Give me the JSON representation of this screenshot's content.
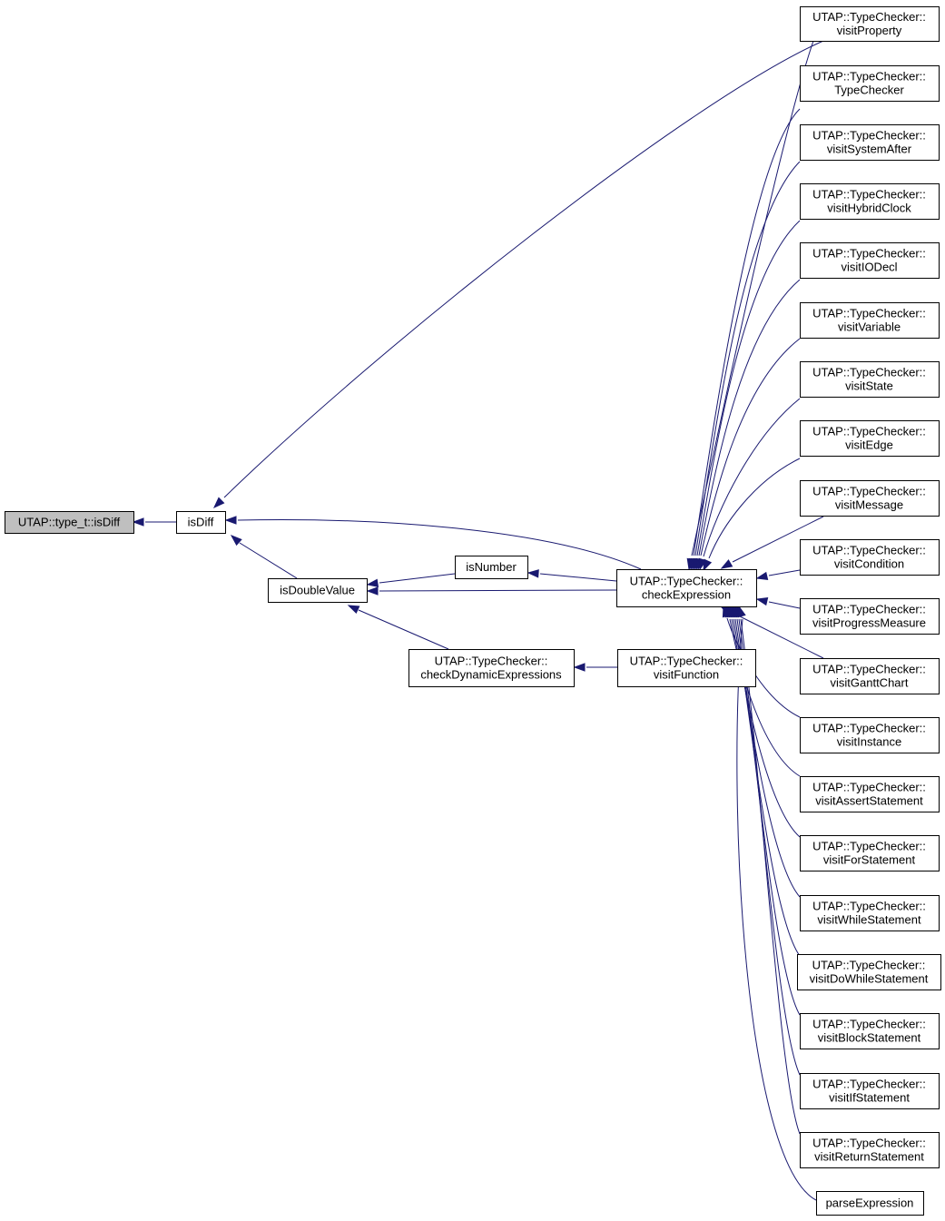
{
  "nodes": [
    {
      "id": "root",
      "lines": [
        "UTAP::type_t::isDiff"
      ]
    },
    {
      "id": "isDiff",
      "lines": [
        "isDiff"
      ]
    },
    {
      "id": "isDoubleValue",
      "lines": [
        "isDoubleValue"
      ]
    },
    {
      "id": "isNumber",
      "lines": [
        "isNumber"
      ]
    },
    {
      "id": "checkDynamicExpressions",
      "lines": [
        "UTAP::TypeChecker::",
        "checkDynamicExpressions"
      ]
    },
    {
      "id": "checkExpression",
      "lines": [
        "UTAP::TypeChecker::",
        "checkExpression"
      ]
    },
    {
      "id": "visitFunction",
      "lines": [
        "UTAP::TypeChecker::",
        "visitFunction"
      ]
    },
    {
      "id": "visitProperty",
      "lines": [
        "UTAP::TypeChecker::",
        "visitProperty"
      ]
    },
    {
      "id": "TypeChecker",
      "lines": [
        "UTAP::TypeChecker::",
        "TypeChecker"
      ]
    },
    {
      "id": "visitSystemAfter",
      "lines": [
        "UTAP::TypeChecker::",
        "visitSystemAfter"
      ]
    },
    {
      "id": "visitHybridClock",
      "lines": [
        "UTAP::TypeChecker::",
        "visitHybridClock"
      ]
    },
    {
      "id": "visitIODecl",
      "lines": [
        "UTAP::TypeChecker::",
        "visitIODecl"
      ]
    },
    {
      "id": "visitVariable",
      "lines": [
        "UTAP::TypeChecker::",
        "visitVariable"
      ]
    },
    {
      "id": "visitState",
      "lines": [
        "UTAP::TypeChecker::",
        "visitState"
      ]
    },
    {
      "id": "visitEdge",
      "lines": [
        "UTAP::TypeChecker::",
        "visitEdge"
      ]
    },
    {
      "id": "visitMessage",
      "lines": [
        "UTAP::TypeChecker::",
        "visitMessage"
      ]
    },
    {
      "id": "visitCondition",
      "lines": [
        "UTAP::TypeChecker::",
        "visitCondition"
      ]
    },
    {
      "id": "visitProgressMeasure",
      "lines": [
        "UTAP::TypeChecker::",
        "visitProgressMeasure"
      ]
    },
    {
      "id": "visitGanttChart",
      "lines": [
        "UTAP::TypeChecker::",
        "visitGanttChart"
      ]
    },
    {
      "id": "visitInstance",
      "lines": [
        "UTAP::TypeChecker::",
        "visitInstance"
      ]
    },
    {
      "id": "visitAssertStatement",
      "lines": [
        "UTAP::TypeChecker::",
        "visitAssertStatement"
      ]
    },
    {
      "id": "visitForStatement",
      "lines": [
        "UTAP::TypeChecker::",
        "visitForStatement"
      ]
    },
    {
      "id": "visitWhileStatement",
      "lines": [
        "UTAP::TypeChecker::",
        "visitWhileStatement"
      ]
    },
    {
      "id": "visitDoWhileStatement",
      "lines": [
        "UTAP::TypeChecker::",
        "visitDoWhileStatement"
      ]
    },
    {
      "id": "visitBlockStatement",
      "lines": [
        "UTAP::TypeChecker::",
        "visitBlockStatement"
      ]
    },
    {
      "id": "visitIfStatement",
      "lines": [
        "UTAP::TypeChecker::",
        "visitIfStatement"
      ]
    },
    {
      "id": "visitReturnStatement",
      "lines": [
        "UTAP::TypeChecker::",
        "visitReturnStatement"
      ]
    },
    {
      "id": "parseExpression",
      "lines": [
        "parseExpression"
      ]
    }
  ],
  "edges": [
    {
      "from": "isDiff",
      "to": "root"
    },
    {
      "from": "visitProperty",
      "to": "isDiff"
    },
    {
      "from": "checkExpression",
      "to": "isDiff"
    },
    {
      "from": "isDoubleValue",
      "to": "isDiff"
    },
    {
      "from": "isNumber",
      "to": "isDoubleValue"
    },
    {
      "from": "checkExpression",
      "to": "isDoubleValue"
    },
    {
      "from": "checkDynamicExpressions",
      "to": "isDoubleValue"
    },
    {
      "from": "checkExpression",
      "to": "isNumber"
    },
    {
      "from": "visitFunction",
      "to": "checkDynamicExpressions"
    },
    {
      "from": "visitProperty",
      "to": "checkExpression"
    },
    {
      "from": "TypeChecker",
      "to": "checkExpression"
    },
    {
      "from": "visitSystemAfter",
      "to": "checkExpression"
    },
    {
      "from": "visitHybridClock",
      "to": "checkExpression"
    },
    {
      "from": "visitIODecl",
      "to": "checkExpression"
    },
    {
      "from": "visitVariable",
      "to": "checkExpression"
    },
    {
      "from": "visitState",
      "to": "checkExpression"
    },
    {
      "from": "visitEdge",
      "to": "checkExpression"
    },
    {
      "from": "visitMessage",
      "to": "checkExpression"
    },
    {
      "from": "visitCondition",
      "to": "checkExpression"
    },
    {
      "from": "visitProgressMeasure",
      "to": "checkExpression"
    },
    {
      "from": "visitGanttChart",
      "to": "checkExpression"
    },
    {
      "from": "visitInstance",
      "to": "checkExpression"
    },
    {
      "from": "visitAssertStatement",
      "to": "checkExpression"
    },
    {
      "from": "visitForStatement",
      "to": "checkExpression"
    },
    {
      "from": "visitWhileStatement",
      "to": "checkExpression"
    },
    {
      "from": "visitDoWhileStatement",
      "to": "checkExpression"
    },
    {
      "from": "visitBlockStatement",
      "to": "checkExpression"
    },
    {
      "from": "visitIfStatement",
      "to": "checkExpression"
    },
    {
      "from": "visitReturnStatement",
      "to": "checkExpression"
    },
    {
      "from": "parseExpression",
      "to": "checkExpression"
    }
  ],
  "colors": {
    "edge": "#191970",
    "root_fill": "#bfbfbf",
    "node_fill": "#ffffff",
    "border": "#000000"
  }
}
